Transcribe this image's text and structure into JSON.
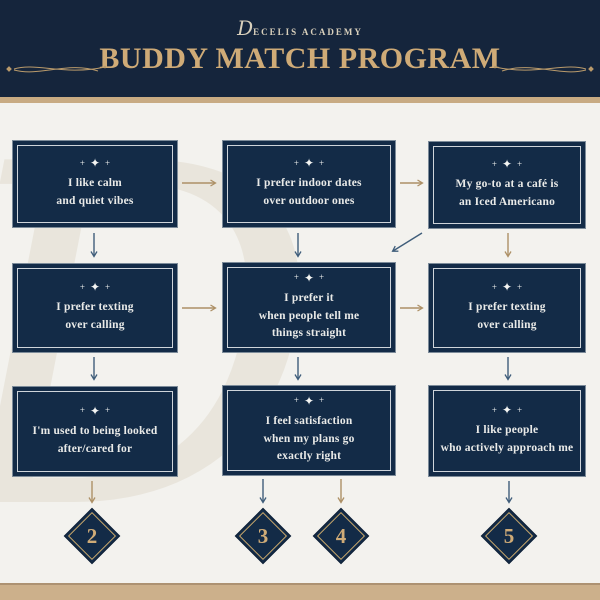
{
  "header": {
    "logo_d": "D",
    "logo_rest": "ECELIS ACADEMY",
    "title": "BUDDY MATCH PROGRAM"
  },
  "watermark": {
    "glyph": "D"
  },
  "icons": {
    "sparkle_center": "✦",
    "sparkle_side": "+"
  },
  "cards": [
    {
      "row": 1,
      "col": 1,
      "lines": [
        "I like calm",
        "and quiet vibes"
      ]
    },
    {
      "row": 1,
      "col": 2,
      "lines": [
        "I prefer indoor dates",
        "over outdoor ones"
      ]
    },
    {
      "row": 1,
      "col": 3,
      "lines": [
        "My go-to at a café is",
        "an Iced Americano"
      ]
    },
    {
      "row": 2,
      "col": 1,
      "lines": [
        "I prefer texting",
        "over calling"
      ]
    },
    {
      "row": 2,
      "col": 2,
      "lines": [
        "I prefer it",
        "when people tell me",
        "things straight"
      ]
    },
    {
      "row": 2,
      "col": 3,
      "lines": [
        "I prefer texting",
        "over calling"
      ]
    },
    {
      "row": 3,
      "col": 1,
      "lines": [
        "I'm used to being looked",
        "after/cared for"
      ]
    },
    {
      "row": 3,
      "col": 2,
      "lines": [
        "I feel satisfaction",
        "when my plans go",
        "exactly right"
      ]
    },
    {
      "row": 3,
      "col": 3,
      "lines": [
        "I like people",
        "who actively approach me"
      ]
    }
  ],
  "results": [
    {
      "number": "2"
    },
    {
      "number": "3"
    },
    {
      "number": "4"
    },
    {
      "number": "5"
    }
  ],
  "colors": {
    "header_navy": "#15253c",
    "card_navy": "#132b47",
    "gold_title": "#cfab77",
    "tan_band": "#c8ab83",
    "paper_background": "#f3f2ee",
    "arrow_navy": "#3f5d7a",
    "arrow_tan": "#ad9066",
    "diamond_border_gold": "#c8a76b"
  }
}
